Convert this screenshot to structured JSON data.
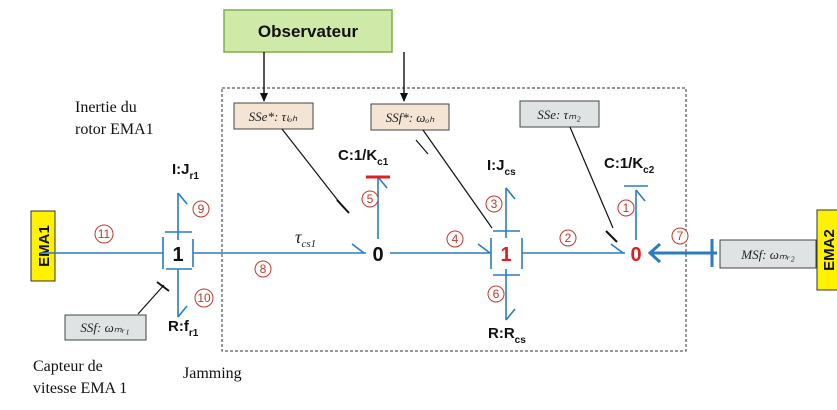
{
  "observer": {
    "label": "Observateur"
  },
  "rotor_inertia_label": {
    "line1": "Inertie du",
    "line2": "rotor EMA1"
  },
  "speed_sensor_label": {
    "line1": "Capteur de",
    "line2": "vitesse EMA 1"
  },
  "jamming_label": "Jamming",
  "ema1": "EMA1",
  "ema2": "EMA2",
  "sources": {
    "sse_star": "SSe*: τₗₒₕ",
    "ssf_star": "SSf*: ωₒₕ",
    "sse": "SSe: τₘ₂",
    "ssf_mr1": "SSf: ωₘᵣ₁",
    "msf": "MSf: ωₘᵣ₂"
  },
  "elements": {
    "ij_r1": {
      "main": "I:J",
      "sub": "r1"
    },
    "rf_r1": {
      "main": "R:f",
      "sub": "r1"
    },
    "ck_c1": {
      "main": "C:1/K",
      "sub": "c1"
    },
    "ij_cs": {
      "main": "I:J",
      "sub": "cs"
    },
    "rr_cs": {
      "main": "R:R",
      "sub": "cs"
    },
    "ck_c2": {
      "main": "C:1/K",
      "sub": "c2"
    }
  },
  "junctions": {
    "j1_left": "1",
    "j0_middle": "0",
    "j1_right": "1",
    "j0_right": "0"
  },
  "tau_label": {
    "main": "τ",
    "sub": "cs1"
  },
  "bond_numbers": [
    "1",
    "2",
    "3",
    "4",
    "5",
    "6",
    "7",
    "8",
    "9",
    "10",
    "11"
  ],
  "colors": {
    "bond": "#2b7bc0",
    "observer_fill": "#cfe9a8",
    "observer_border": "#7daf45",
    "ema_fill": "#fff200",
    "source_fill_beige": "#f3e4d4",
    "source_fill_gray": "#dfe3e4",
    "highlight_red": "#e02020"
  }
}
